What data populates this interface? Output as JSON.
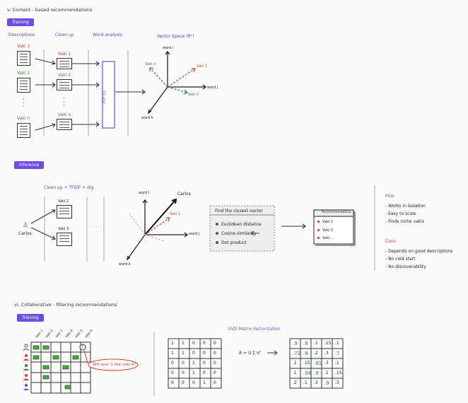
{
  "section5": {
    "title": "v. Content - based recommendations",
    "training_tag": "Training",
    "col_descriptions": "Descriptions",
    "col_cleanup": "Clean up",
    "col_word_analysis": "Word analysis",
    "col_vector_space": "Vector Space (Rⁿ)",
    "doc_labels": [
      "Vaki 1",
      "Vaki 2",
      "Vaki n"
    ],
    "tfidf": "TF-IDF",
    "axis_i": "word i",
    "axis_j": "word j",
    "axis_k": "word k",
    "vec_labels": [
      "Vaki n",
      "Vaki 1",
      "Vaki 2"
    ]
  },
  "inference": {
    "tag": "Inference",
    "pipeline_label": "Clean up + TFIDF + dig",
    "user": "Carlos",
    "doc_labels": [
      "Vaki 2",
      "Vaki 3"
    ],
    "ellipsis": "· · · ·",
    "vec_user": "Carlos",
    "vec_label": "Vaki 1",
    "axis_i": "word i",
    "axis_j": "word j",
    "axis_k": "word k",
    "closest_title": "Find the closest vector",
    "closest_options": [
      "Euclidean distance",
      "Cosine similarity",
      "Dot product"
    ],
    "rec_title": "Recommendations",
    "rec_items": [
      "Vaki 1",
      "Vaki 2",
      "Vaki ..."
    ],
    "pros_title": "Pros",
    "pros": [
      "- Works in isolation",
      "- Easy to scale",
      "- Finds niche vakis"
    ],
    "cons_title": "Cons",
    "cons": [
      "- Depends on good descriptions",
      "- No cold start",
      "- No discoverability"
    ]
  },
  "section6": {
    "title": "vi. Collaborative - filtering recommendations",
    "training_tag": "Training",
    "col_headers": [
      "Vaki 1",
      "Vaki 2",
      "Vaki 3",
      "Vaki 4",
      "Vaki 5",
      "Vaki 6"
    ],
    "question_mark": "?",
    "callout": "Will user 1 like vaki 6?",
    "svd_title": "SVD Matrix Factorization",
    "equation": "A = U Σ Vᵀ",
    "binary_matrix": [
      [
        "1",
        "1",
        "0",
        "0",
        "0"
      ],
      [
        "1",
        "1",
        "0",
        "0",
        "0"
      ],
      [
        "0",
        "0",
        "1",
        "0",
        "0"
      ],
      [
        "0",
        "0",
        "1",
        "0",
        "0"
      ],
      [
        "0",
        "0",
        "0",
        "1",
        "0"
      ]
    ],
    "result_matrix": [
      [
        ".9",
        ".8",
        ".1",
        ".15",
        ".1"
      ],
      [
        ".72",
        ".8",
        ".2",
        ".3",
        ".7"
      ],
      [
        ".1",
        ".15",
        ".81",
        ".3",
        ".1"
      ],
      [
        ".1",
        ".94",
        ".8",
        ".1",
        ".15"
      ],
      [
        ".2",
        ".1",
        ".3",
        ".9",
        ".3"
      ]
    ]
  },
  "colors": {
    "accent": "#6c4ee3",
    "red": "#d4402b",
    "green": "#2e8b3a"
  }
}
